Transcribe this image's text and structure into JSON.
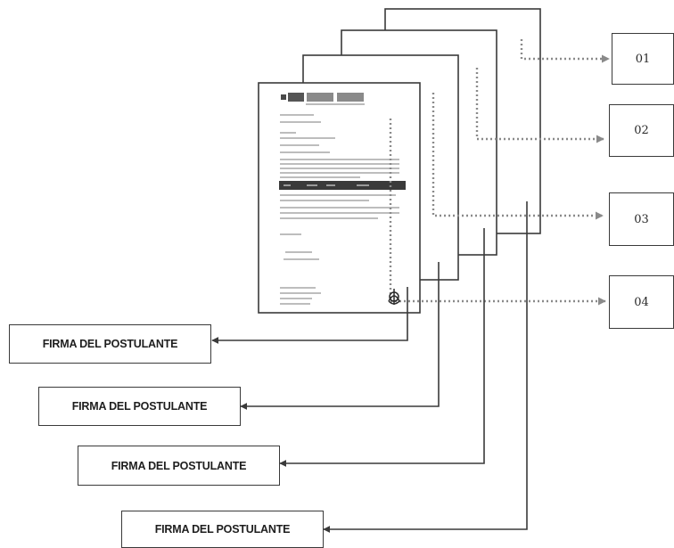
{
  "numbered_pages": [
    {
      "label": "01"
    },
    {
      "label": "02"
    },
    {
      "label": "03"
    },
    {
      "label": "04"
    }
  ],
  "signature_boxes": [
    {
      "label": "FIRMA DEL POSTULANTE"
    },
    {
      "label": "FIRMA DEL POSTULANTE"
    },
    {
      "label": "FIRMA DEL POSTULANTE"
    },
    {
      "label": "FIRMA DEL POSTULANTE"
    }
  ],
  "icons": {
    "signature": "signature-icon"
  },
  "colors": {
    "line": "#3a3a3a",
    "dotted_arrow": "#8a8a8a",
    "document_bar": "#3a3a3a"
  }
}
